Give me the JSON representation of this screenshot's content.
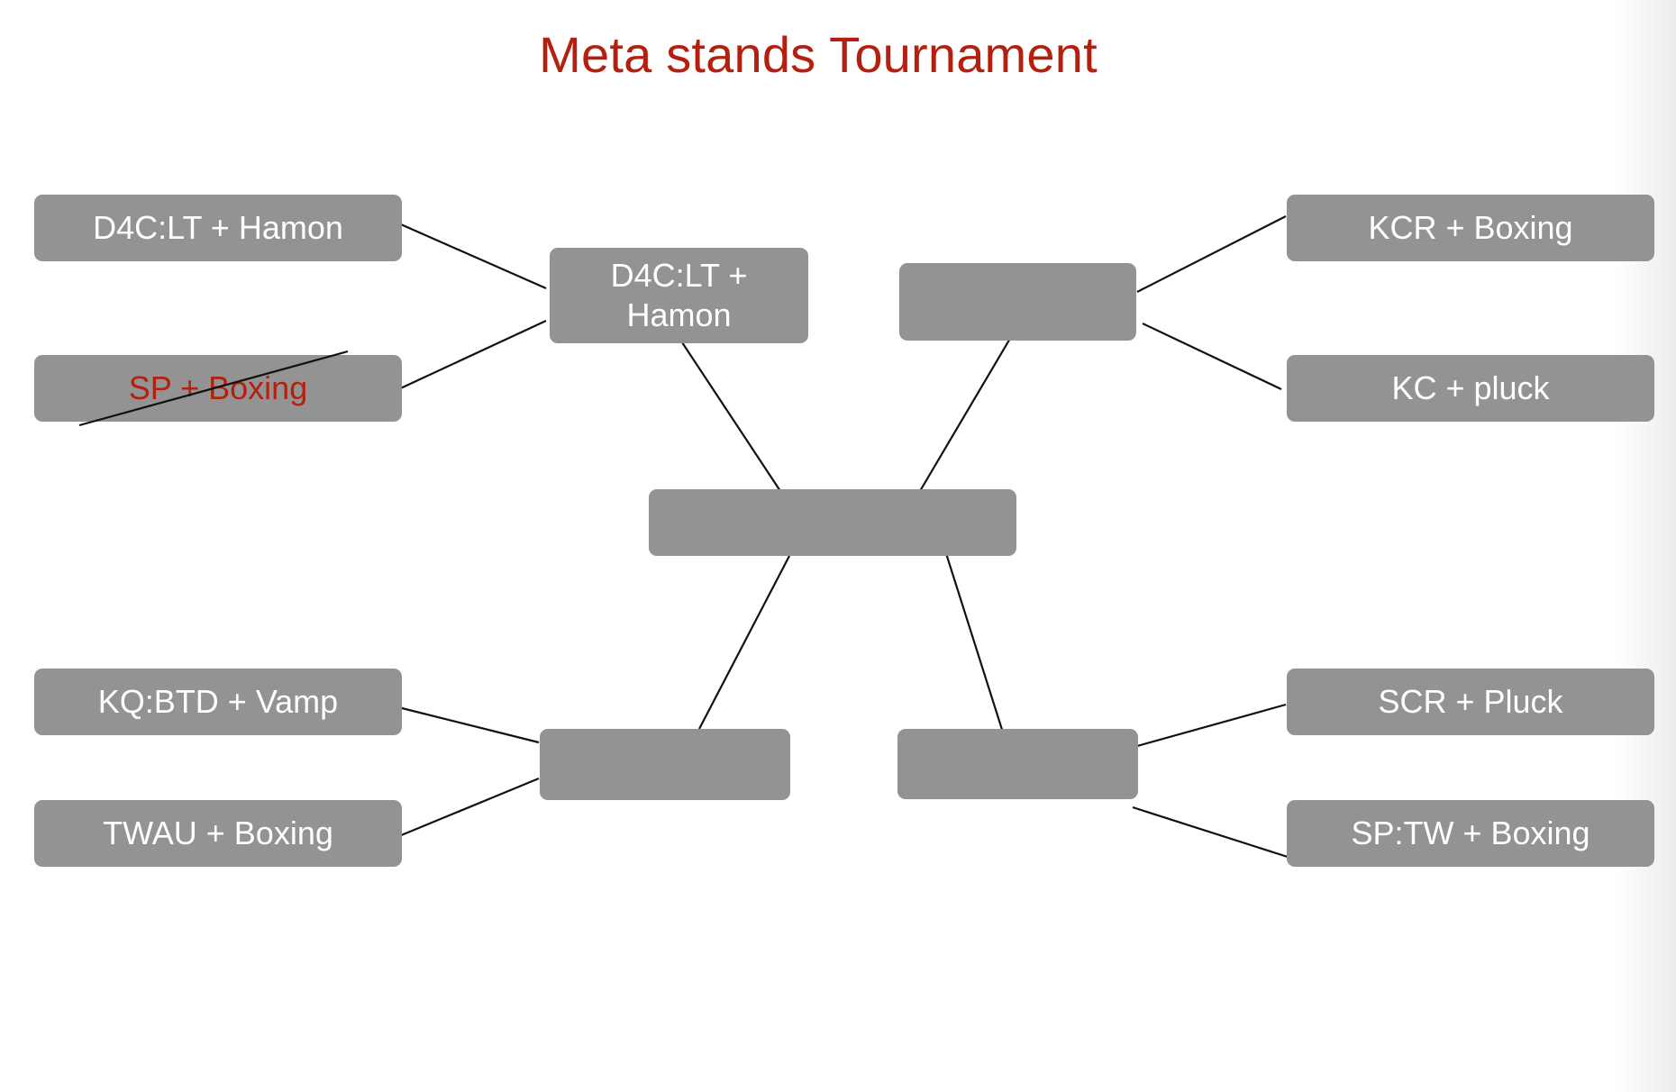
{
  "title": "Meta stands Tournament",
  "colors": {
    "title": "#b3200f",
    "box_fill": "#939393",
    "box_text": "#ffffff",
    "eliminated_text": "#b3200f",
    "connector": "#111111"
  },
  "round1": {
    "top_left_a": "D4C:LT + Hamon",
    "top_left_b": "SP + Boxing",
    "top_right_a": "KCR + Boxing",
    "top_right_b": "KC + pluck",
    "bottom_left_a": "KQ:BTD + Vamp",
    "bottom_left_b": "TWAU + Boxing",
    "bottom_right_a": "SCR + Pluck",
    "bottom_right_b": "SP:TW + Boxing"
  },
  "round2": {
    "top_left": "D4C:LT +\nHamon",
    "top_right": "",
    "bottom_left": "",
    "bottom_right": ""
  },
  "final": "",
  "eliminated": [
    "SP + Boxing"
  ]
}
